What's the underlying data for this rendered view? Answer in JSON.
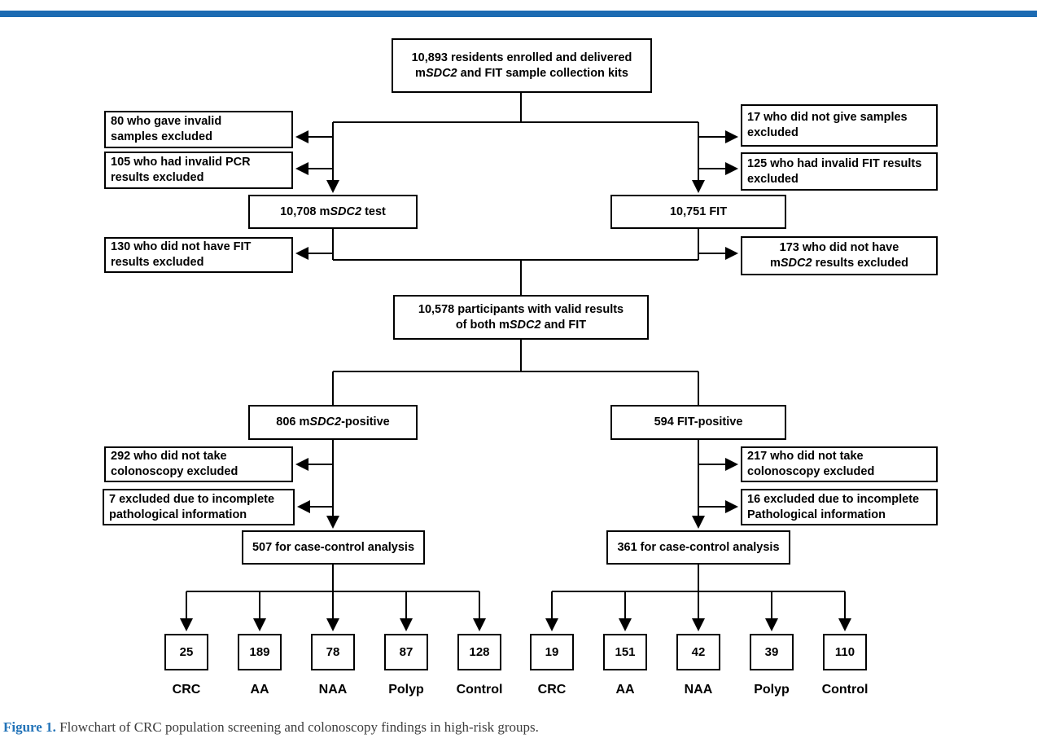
{
  "page": {
    "background": "#ffffff",
    "top_bar_color": "#1c6bb2",
    "line_color": "#000000"
  },
  "caption": {
    "label": "Figure 1.",
    "label_color": "#2273b8",
    "text": " Flowchart of CRC population screening and colonoscopy findings in high-risk groups."
  },
  "flowchart": {
    "nodes": {
      "enrolled": {
        "pre": "10,893 residents enrolled and delivered\nm",
        "italic": "SDC2",
        "post": " and FIT sample collection kits"
      },
      "excluded_invalid_samples": {
        "pre": "80 who gave invalid\nsamples excluded",
        "italic": "",
        "post": ""
      },
      "excluded_invalid_pcr": {
        "pre": "105 who had invalid PCR\nresults excluded",
        "italic": "",
        "post": ""
      },
      "excluded_no_samples": {
        "pre": "17 who did not give samples\nexcluded",
        "italic": "",
        "post": ""
      },
      "excluded_invalid_fit": {
        "pre": "125 who had invalid FIT results\nexcluded",
        "italic": "",
        "post": ""
      },
      "msdc2_test": {
        "pre": "10,708 m",
        "italic": "SDC2",
        "post": " test"
      },
      "fit_test": {
        "pre": "10,751 FIT",
        "italic": "",
        "post": ""
      },
      "excluded_no_fit_results": {
        "pre": "130 who did not have FIT\nresults excluded",
        "italic": "",
        "post": ""
      },
      "excluded_no_msdc2_results": {
        "pre": "173 who did not have\nm",
        "italic": "SDC2",
        "post": " results excluded"
      },
      "valid_both": {
        "pre": "10,578 participants with valid results\nof both m",
        "italic": "SDC2",
        "post": " and FIT"
      },
      "msdc2_positive": {
        "pre": "806 m",
        "italic": "SDC2",
        "post": "-positive"
      },
      "fit_positive": {
        "pre": "594 FIT-positive",
        "italic": "",
        "post": ""
      },
      "excluded_no_colonoscopy_left": {
        "pre": "292 who did not take\ncolonoscopy excluded",
        "italic": "",
        "post": ""
      },
      "excluded_incomplete_pathology_left": {
        "pre": "7 excluded due to incomplete\npathological information",
        "italic": "",
        "post": ""
      },
      "excluded_no_colonoscopy_right": {
        "pre": "217 who did not take\ncolonoscopy excluded",
        "italic": "",
        "post": ""
      },
      "excluded_incomplete_pathology_right": {
        "pre": "16 excluded due to incomplete\nPathological information",
        "italic": "",
        "post": ""
      },
      "case_control_msdc2": {
        "pre": "507 for case-control analysis",
        "italic": "",
        "post": ""
      },
      "case_control_fit": {
        "pre": "361 for case-control analysis",
        "italic": "",
        "post": ""
      }
    },
    "msdc2_outcomes": {
      "counts": [
        "25",
        "189",
        "78",
        "87",
        "128"
      ],
      "labels": [
        "CRC",
        "AA",
        "NAA",
        "Polyp",
        "Control"
      ]
    },
    "fit_outcomes": {
      "counts": [
        "19",
        "151",
        "42",
        "39",
        "110"
      ],
      "labels": [
        "CRC",
        "AA",
        "NAA",
        "Polyp",
        "Control"
      ]
    }
  }
}
